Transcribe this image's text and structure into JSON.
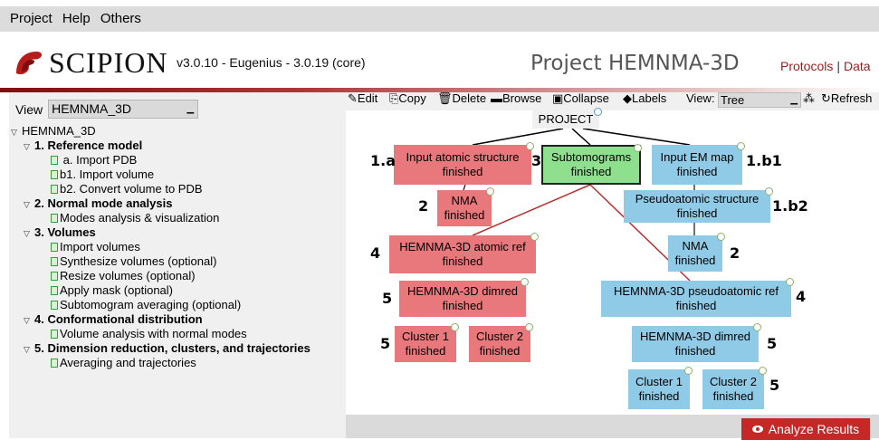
{
  "menu": [
    "Project",
    "Help",
    "Others"
  ],
  "header": {
    "logo_text": "SCIPION",
    "version": "v3.0.10 - Eugenius - 3.0.19 (core)",
    "project_title": "Project HEMNMA-3D",
    "protocols_link": "Protocols",
    "separator": "|",
    "data_link": "Data"
  },
  "left": {
    "view_label": "View",
    "view_value": "HEMNMA_3D",
    "tree": {
      "root": "HEMNMA_3D",
      "s1": "1. Reference model",
      "s1a": "a. Import PDB",
      "s1b1": "b1. Import volume",
      "s1b2": "b2. Convert volume to PDB",
      "s2": "2. Normal mode analysis",
      "s2a": "Modes analysis & visualization",
      "s3": "3. Volumes",
      "s3a": "Import volumes",
      "s3b": "Synthesize volumes (optional)",
      "s3c": "Resize volumes (optional)",
      "s3d": "Apply mask (optional)",
      "s3e": "Subtomogram averaging (optional)",
      "s4": "4. Conformational distribution",
      "s4a": "Volume analysis with normal modes",
      "s5": "5. Dimension reduction, clusters, and trajectories",
      "s5a": "Averaging and trajectories"
    }
  },
  "toolbar": {
    "edit": "✎Edit",
    "copy": "⎘Copy",
    "delete": "🗑Delete",
    "browse": "▬Browse",
    "collapse": "▣Collapse",
    "labels": "◆Labels",
    "view_label": "View:",
    "view_value": "Tree",
    "layout_icon": "⁂",
    "refresh": "↻Refresh"
  },
  "graph": {
    "project": "PROJECT",
    "status": "finished",
    "input_atomic": "Input atomic structure",
    "subtomograms": "Subtomograms",
    "input_em": "Input EM map",
    "nma": "NMA",
    "pseudoatomic": "Pseudoatomic structure",
    "hemnma_atomic": "HEMNMA-3D atomic ref",
    "hemnma_pseudo": "HEMNMA-3D pseudoatomic ref",
    "dimred": "HEMNMA-3D dimred",
    "cluster1": "Cluster 1",
    "cluster2": "Cluster 2"
  },
  "steps": {
    "s1a": "1.a",
    "s3": "3",
    "s1b1": "1.b1",
    "s2": "2",
    "s1b2": "1.b2",
    "s4": "4",
    "s5": "5"
  },
  "analyze_button": "Analyze Results",
  "colors": {
    "red_node": "#e8787c",
    "blue_node": "#8fcbe6",
    "green_node": "#8ee08e",
    "accent": "#c62828"
  }
}
